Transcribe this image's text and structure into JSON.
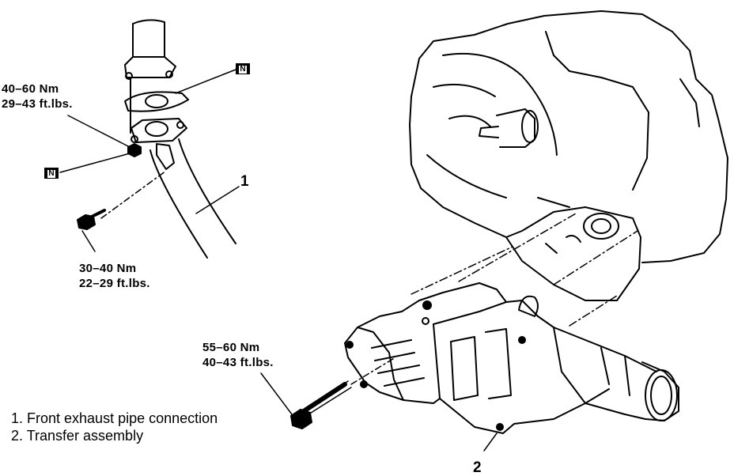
{
  "torque_specs": {
    "pipe_nut": {
      "nm": "40–60  Nm",
      "ftlbs": "29–43  ft.lbs."
    },
    "pipe_bolt": {
      "nm": "30–40  Nm",
      "ftlbs": "22–29  ft.lbs."
    },
    "transfer_bolt": {
      "nm": "55–60  Nm",
      "ftlbs": "40–43  ft.lbs."
    }
  },
  "badges": {
    "new_part": "N"
  },
  "callouts": {
    "one": "1",
    "two": "2"
  },
  "legend": [
    "1.  Front exhaust pipe connection",
    "2.  Transfer assembly"
  ]
}
